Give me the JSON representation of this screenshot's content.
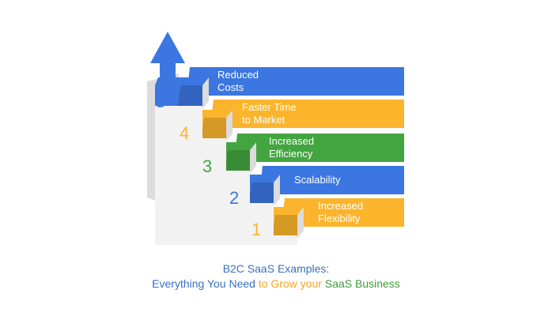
{
  "colors": {
    "blue": "#3b76e1",
    "orange": "#fbb42c",
    "green": "#43a540",
    "stair_face": "#f2f2f2",
    "stair_side": "#dcdcdc",
    "arrow": "#3b76e1"
  },
  "steps": [
    {
      "number": "1",
      "lines": [
        "Increased",
        "Flexibility"
      ],
      "color": "#fbb42c",
      "number_color": "#fbb42c"
    },
    {
      "number": "2",
      "lines": [
        "Scalability"
      ],
      "color": "#3b76e1",
      "number_color": "#3b76e1"
    },
    {
      "number": "3",
      "lines": [
        "Increased",
        "Efficiency"
      ],
      "color": "#43a540",
      "number_color": "#43a540"
    },
    {
      "number": "4",
      "lines": [
        "Faster Time",
        "to Market"
      ],
      "color": "#fbb42c",
      "number_color": "#fbb42c"
    },
    {
      "number": "5",
      "lines": [
        "Reduced",
        "Costs"
      ],
      "color": "#3b76e1",
      "number_color": "#3b76e1"
    }
  ],
  "caption": {
    "line1": "B2C SaaS Examples:",
    "line2_part1": "Everything You Need ",
    "line2_part2": "to Grow your ",
    "line2_part3": "SaaS Business"
  }
}
